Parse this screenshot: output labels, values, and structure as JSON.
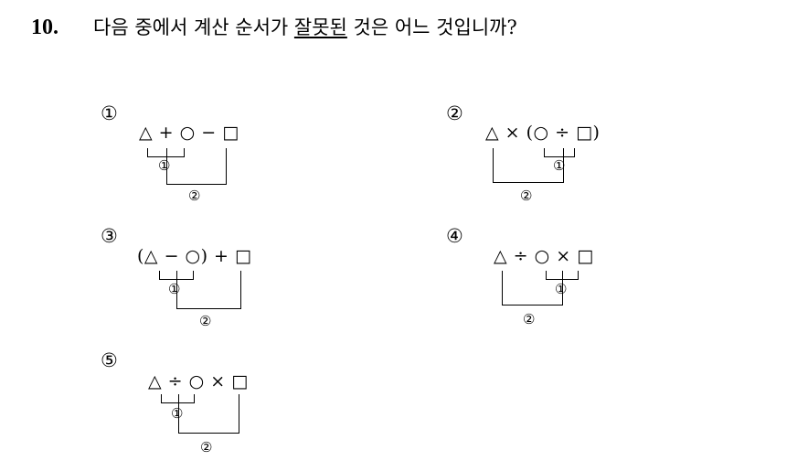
{
  "question": {
    "number": "10.",
    "text_before": "다음 중에서 계산 순서가 ",
    "text_underlined": "잘못된",
    "text_after": " 것은 어느 것입니까?"
  },
  "choices": [
    {
      "label": "①",
      "expression": "△ + ○ − □",
      "step1": "①",
      "step2": "②"
    },
    {
      "label": "②",
      "expression": "△ × (○ ÷ □)",
      "step1": "①",
      "step2": "②"
    },
    {
      "label": "③",
      "expression": "(△ − ○) + □",
      "step1": "①",
      "step2": "②"
    },
    {
      "label": "④",
      "expression": "△ ÷ ○ × □",
      "step1": "①",
      "step2": "②"
    },
    {
      "label": "⑤",
      "expression": "△ ÷ ○ × □",
      "step1": "①",
      "step2": "②"
    }
  ]
}
